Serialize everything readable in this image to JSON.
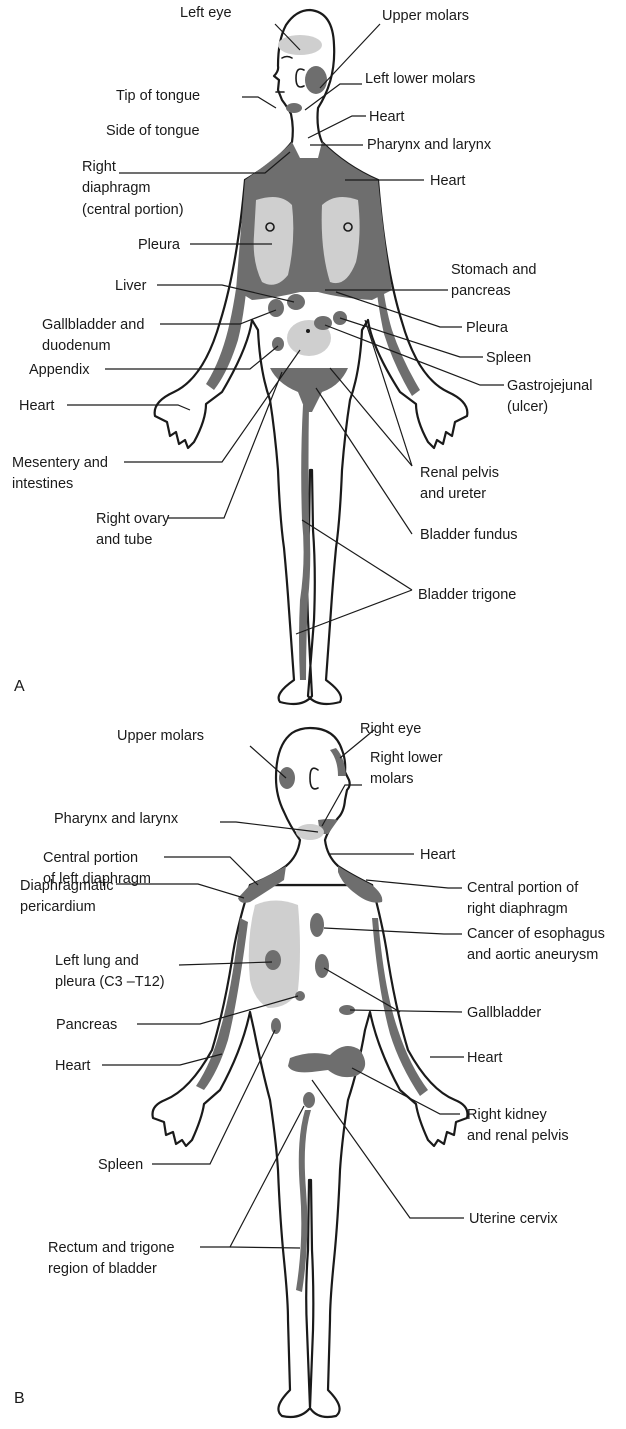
{
  "colors": {
    "dark_shade": "#6e6e6e",
    "light_shade": "#cfcfcf",
    "line": "#1a1a1a"
  },
  "panel_a": {
    "letter": "A",
    "labels": {
      "left_eye": "Left eye",
      "upper_molars": "Upper molars",
      "left_lower_molars": "Left lower molars",
      "tip_of_tongue": "Tip of tongue",
      "heart_upper": "Heart",
      "side_of_tongue": "Side of tongue",
      "pharynx_larynx": "Pharynx and larynx",
      "right_diaphragm": [
        "Right",
        "diaphragm",
        "(central portion)"
      ],
      "heart_chest": "Heart",
      "pleura_left": "Pleura",
      "stomach_pancreas": [
        "Stomach and",
        "pancreas"
      ],
      "liver": "Liver",
      "gallbladder_duodenum": [
        "Gallbladder and",
        "duodenum"
      ],
      "pleura_right": "Pleura",
      "appendix": "Appendix",
      "spleen": "Spleen",
      "heart_arm": "Heart",
      "gastrojejunal": [
        "Gastrojejunal",
        "(ulcer)"
      ],
      "mesentery": [
        "Mesentery and",
        "intestines"
      ],
      "renal_pelvis": [
        "Renal pelvis",
        "and ureter"
      ],
      "right_ovary": [
        "Right ovary",
        "and tube"
      ],
      "bladder_fundus": "Bladder fundus",
      "bladder_trigone": "Bladder trigone"
    }
  },
  "panel_b": {
    "letter": "B",
    "labels": {
      "upper_molars": "Upper molars",
      "right_eye": "Right eye",
      "right_lower_molars": [
        "Right lower",
        "molars"
      ],
      "pharynx_larynx": "Pharynx and larynx",
      "heart_neck": "Heart",
      "central_left_diaphragm": [
        "Central portion",
        "of left diaphragm"
      ],
      "central_right_diaphragm": [
        "Central portion of",
        "right diaphragm"
      ],
      "diaphragmatic_pericardium": [
        "Diaphragmatic",
        "pericardium"
      ],
      "cancer_esophagus": [
        "Cancer of esophagus",
        "and aortic aneurysm"
      ],
      "left_lung": [
        "Left lung and",
        "pleura (C3 –T12)"
      ],
      "gallbladder": "Gallbladder",
      "pancreas": "Pancreas",
      "heart_left_arm": "Heart",
      "heart_right_arm": "Heart",
      "right_kidney": [
        "Right kidney",
        "and renal pelvis"
      ],
      "spleen": "Spleen",
      "uterine_cervix": "Uterine cervix",
      "rectum_trigone": [
        "Rectum and trigone",
        "region of bladder"
      ]
    }
  }
}
